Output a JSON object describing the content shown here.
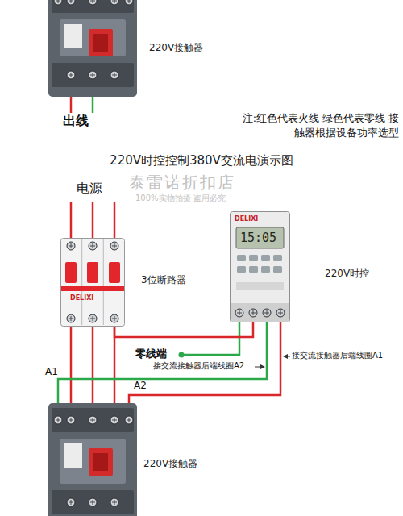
{
  "diagram": {
    "title": "220V时控控制380V交流电演示图",
    "nodes": [
      {
        "text": [
          "220V接触器"
        ]
      },
      {
        "text": [
          "DELIXI",
          "3位断路器"
        ]
      },
      {
        "text": [
          "DELIXI",
          "15:05",
          "220V时控"
        ]
      },
      {
        "text": [
          "220V接触器"
        ]
      }
    ],
    "edges": [
      {
        "from": 1,
        "to": 3,
        "arrow": "none"
      },
      {
        "from": 1,
        "to": 3,
        "arrow": "none"
      },
      {
        "from": 1,
        "to": 3,
        "arrow": "none"
      },
      {
        "from": 1,
        "to": 2,
        "arrow": "none"
      },
      {
        "from": 2,
        "to": 3,
        "arrow": "none"
      },
      {
        "from": 2,
        "to": 3,
        "arrow": "none"
      }
    ],
    "labels": [
      "注:红色代表火线 绿色代表零线 接触器根据设备功率选型",
      "出线",
      "泰雷诺折扣店",
      "100%实物拍摄 盗用必究",
      "电源",
      "零线端",
      "接交流接触器后端线圈A2",
      "接交流接触器后端线圈A1",
      "A1",
      "A2"
    ]
  }
}
